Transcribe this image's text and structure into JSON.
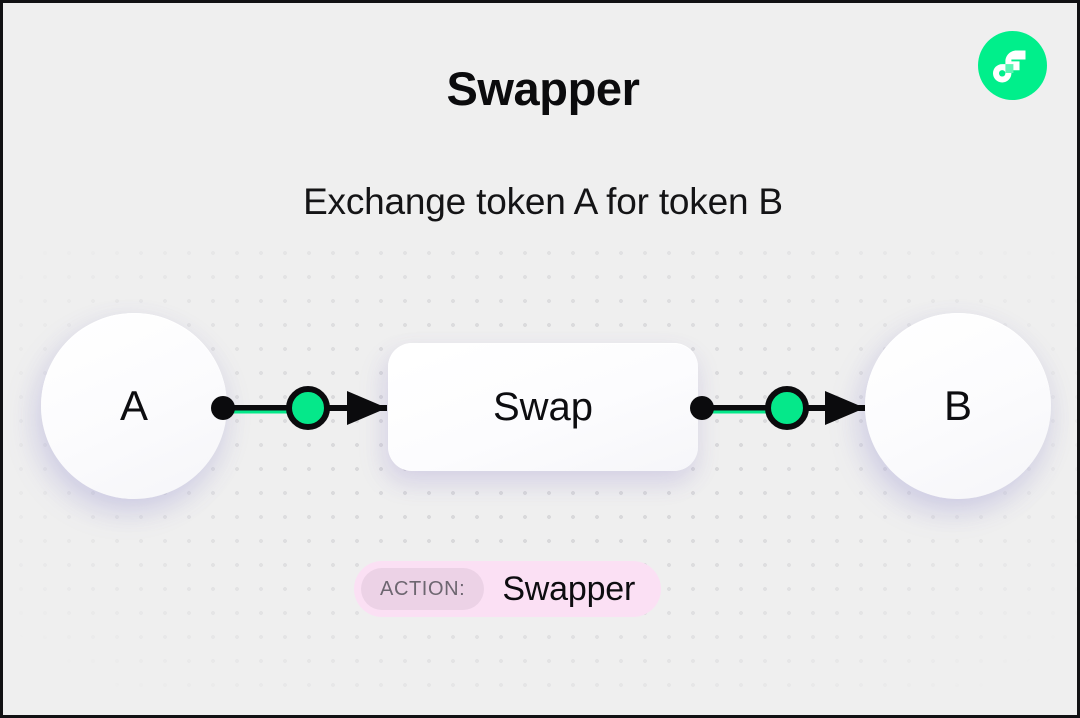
{
  "page": {
    "title": "Swapper",
    "subtitle": "Exchange token A for token B",
    "background_color": "#efefef",
    "border_color": "#111113"
  },
  "logo": {
    "name": "flow-logo",
    "circle_color": "#00ef8b",
    "mark_color": "#ffffff",
    "accent_color": "#5cf5b4"
  },
  "diagram": {
    "nodes": [
      {
        "id": "node-a",
        "label": "A",
        "shape": "circle"
      },
      {
        "id": "node-b",
        "label": "B",
        "shape": "circle"
      }
    ],
    "process": {
      "id": "swap-box",
      "label": "Swap",
      "shape": "rounded-rect"
    },
    "connectors": [
      {
        "from": "A",
        "to": "Swap",
        "marker_color": "#05e88a",
        "line_color": "#0b0b0d"
      },
      {
        "from": "Swap",
        "to": "B",
        "marker_color": "#05e88a",
        "line_color": "#0b0b0d"
      }
    ],
    "grid": {
      "style": "dotted",
      "dot_color": "#d9d9db",
      "spacing": 24
    }
  },
  "action_badge": {
    "label": "ACTION:",
    "value": "Swapper",
    "pill_color": "#fbe0f4",
    "chip_color": "#ecd2e6",
    "label_color": "#6d6670"
  }
}
